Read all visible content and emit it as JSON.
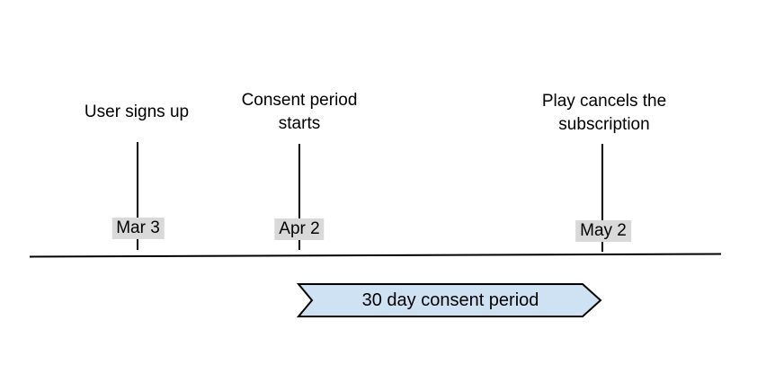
{
  "diagram": {
    "colors": {
      "line": "#000000",
      "text": "#000000",
      "chip-bg": "#d9d9d9",
      "banner-fill": "#cfe2f3"
    },
    "events": [
      {
        "title_lines": [
          "User signs up"
        ],
        "date": "Mar 3"
      },
      {
        "title_lines": [
          "Consent period",
          "starts"
        ],
        "date": "Apr 2"
      },
      {
        "title_lines": [
          "Play cancels the",
          "subscription"
        ],
        "date": "May 2"
      }
    ],
    "banner": {
      "label": "30 day consent period"
    }
  }
}
